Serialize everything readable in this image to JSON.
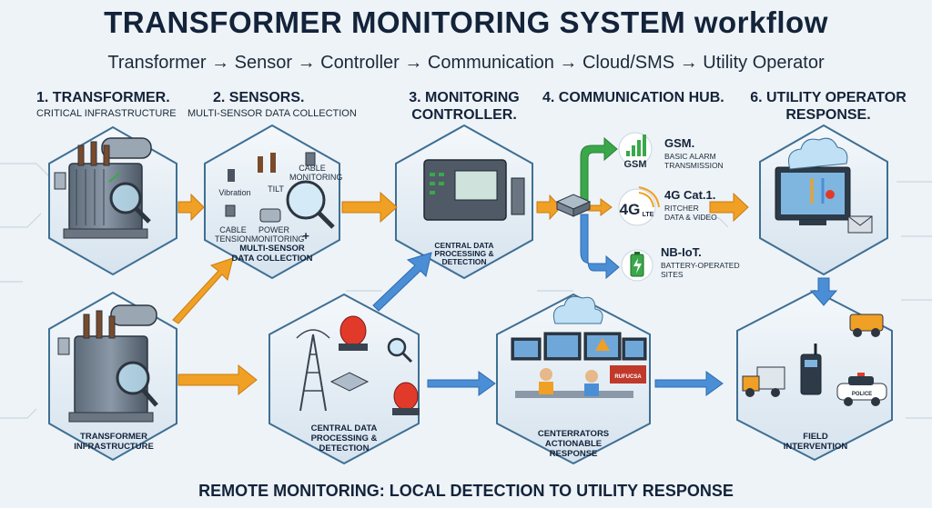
{
  "title": "TRANSFORMER MONITORING SYSTEM workflow",
  "subtitle": "Transformer → Sensor → Controller → Communication → Cloud/SMS → Utility Operator",
  "steps": [
    {
      "heading": "1. TRANSFORMER.",
      "sub": "CRITICAL INFRASTRUCTURE"
    },
    {
      "heading": "2. SENSORS.",
      "sub": "MULTI-SENSOR DATA COLLECTION"
    },
    {
      "heading_line1": "3. MONITORING",
      "heading_line2": "CONTROLLER."
    },
    {
      "heading": "4. COMMUNICATION HUB."
    },
    {
      "heading_line1": "6. UTILITY OPERATOR",
      "heading_line2": "RESPONSE."
    }
  ],
  "sensors": {
    "vibration": "Vibration",
    "tilt": "TILT",
    "cable_monitoring_1": "CABLE",
    "cable_monitoring_2": "MONITORING",
    "cable_tension_1": "CABLE",
    "cable_tension_2": "TENSION",
    "power_monitoring_1": "POWER",
    "power_monitoring_2": "MONITORING",
    "plus": "+",
    "caption_1": "MULTI-SENSOR",
    "caption_2": "DATA COLLECTION"
  },
  "controller": {
    "caption_1": "CENTRAL DATA",
    "caption_2": "PROCESSING &",
    "caption_3": "DETECTION"
  },
  "hub": {
    "gsm": {
      "icon_text": "GSM",
      "title": "GSM.",
      "desc_1": "BASIC ALARM",
      "desc_2": "TRANSMISSION"
    },
    "lte": {
      "icon_text": "4G",
      "icon_sub": "LTE",
      "title": "4G Cat.1.",
      "desc_1": "RITCHER",
      "desc_2": "DATA & VIDEO"
    },
    "nbiot": {
      "title": "NB-IoT.",
      "desc_1": "BATTERY-OPERATED",
      "desc_2": "SITES"
    }
  },
  "bottom": {
    "transformer_1": "TRANSFORMER",
    "transformer_2": "INFRASTRUCTURE",
    "detection_1": "CENTRAL DATA",
    "detection_2": "PROCESSING &",
    "detection_3": "DETECTION",
    "center_1": "CENTERRATORS",
    "center_2": "ACTIONABLE",
    "center_3": "RESPONSE",
    "screen_badge": "RUFUCSA",
    "field": "FIELD",
    "field_2": "INTERVENTION",
    "police": "POLICE"
  },
  "footer": "REMOTE MONITORING: LOCAL DETECTION TO UTILITY RESPONSE",
  "colors": {
    "arrow_orange": "#f0a024",
    "arrow_blue": "#4a8fd6",
    "arrow_green": "#3aa84a",
    "hex_fill": "#e4edf5",
    "hex_stroke": "#3f6f93"
  }
}
